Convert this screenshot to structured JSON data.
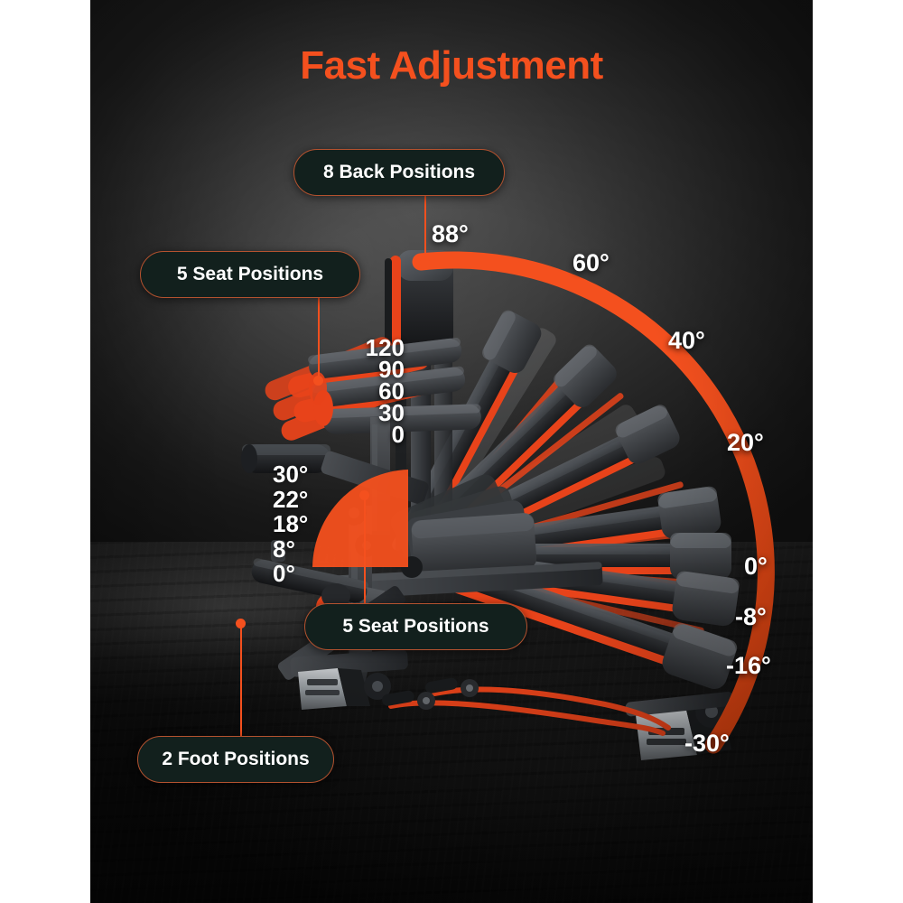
{
  "header": {
    "title": "Fast Adjustment"
  },
  "colors": {
    "accent": "#f4501e",
    "pill_bg": "#12201d",
    "pill_border": "#b4522f",
    "text": "#ffffff",
    "background_dark": "#1a1a1a",
    "page_background": "#ffffff"
  },
  "badges": [
    {
      "id": "back",
      "label": "8 Back Positions"
    },
    {
      "id": "seat_top",
      "label": "5 Seat Positions"
    },
    {
      "id": "seat_mid",
      "label": "5 Seat Positions"
    },
    {
      "id": "foot",
      "label": "2 Foot Positions"
    }
  ],
  "backrest_angles": {
    "unit": "degrees",
    "labels": [
      "88°",
      "60°",
      "40°",
      "20°",
      "0°",
      "-8°",
      "-16°",
      "-30°"
    ],
    "values": [
      88,
      60,
      40,
      20,
      0,
      -8,
      -16,
      -30
    ],
    "count": 8
  },
  "seat_heights": {
    "unit": "mm",
    "labels": [
      "120",
      "90",
      "60",
      "30",
      "0"
    ],
    "values": [
      120,
      90,
      60,
      30,
      0
    ],
    "count": 5
  },
  "seat_angles": {
    "unit": "degrees",
    "labels": [
      "30°",
      "22°",
      "18°",
      "8°",
      "0°"
    ],
    "values": [
      30,
      22,
      18,
      8,
      0
    ],
    "count": 5
  },
  "scene": {
    "product": "adjustable-weight-bench",
    "description": "Adjustable workout bench shown with fanned multi-position backrest, stacked leg-roller pads and red resistance bands on a dark studio floor."
  }
}
